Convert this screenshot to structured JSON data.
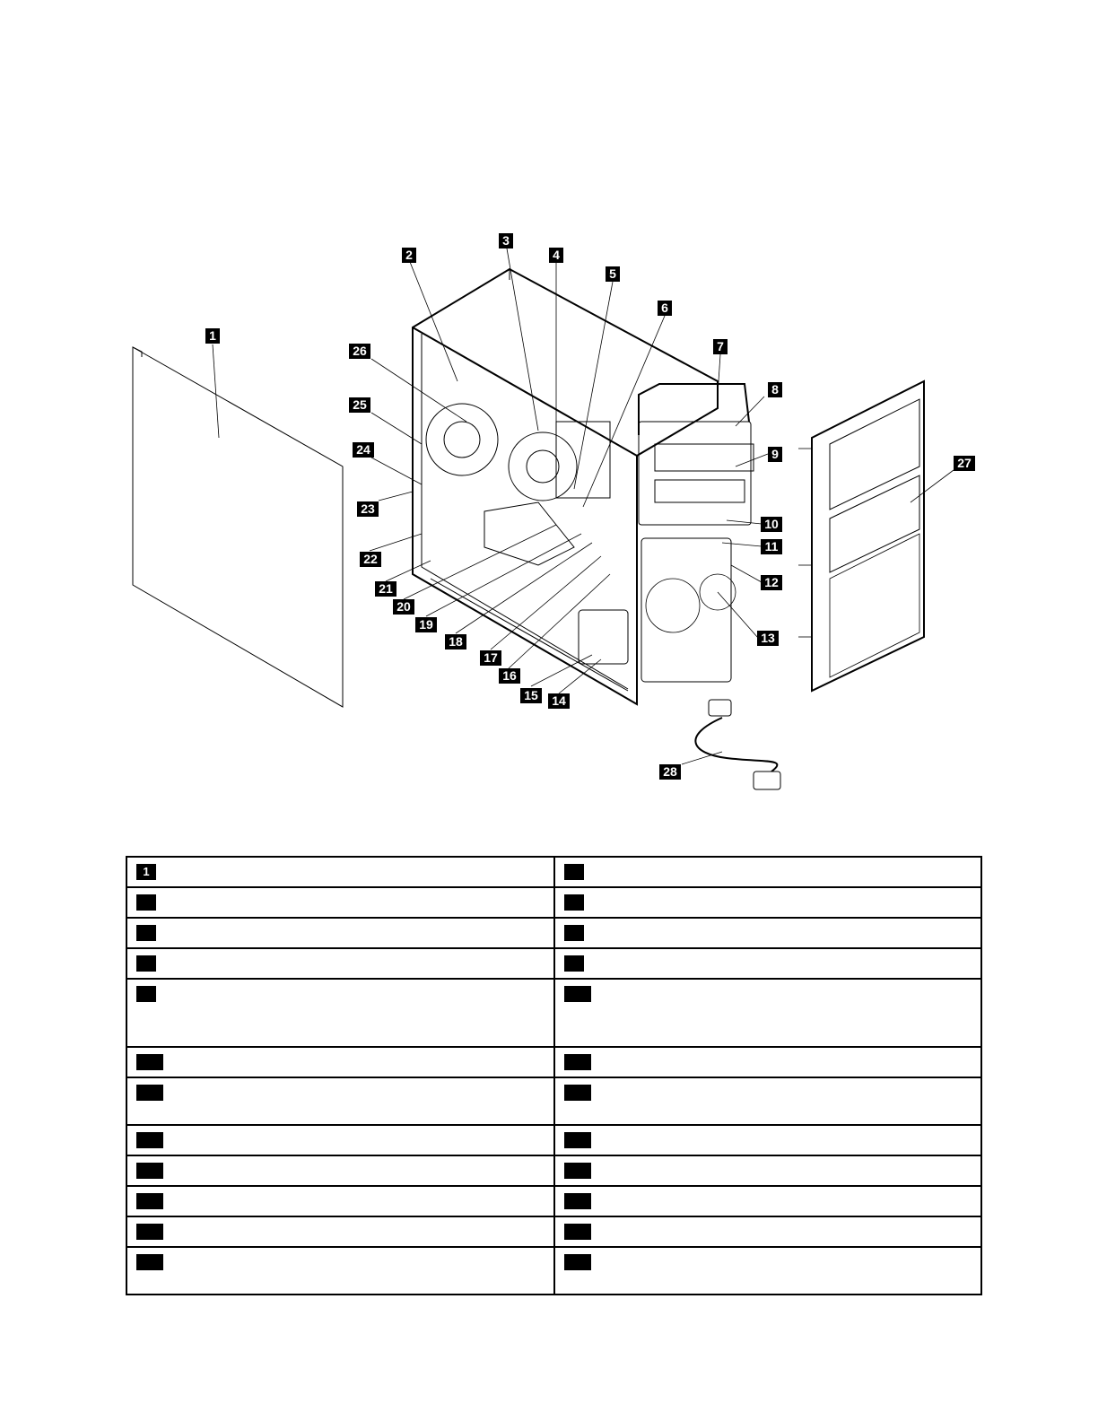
{
  "callouts": [
    "1",
    "2",
    "3",
    "4",
    "5",
    "6",
    "7",
    "8",
    "9",
    "10",
    "11",
    "12",
    "13",
    "14",
    "15",
    "16",
    "17",
    "18",
    "19",
    "20",
    "21",
    "22",
    "23",
    "24",
    "25",
    "26",
    "27",
    "28"
  ],
  "table": {
    "rows": [
      {
        "left": {
          "n": "1",
          "text": ""
        },
        "right": {
          "n": "",
          "text": ""
        }
      },
      {
        "left": {
          "n": "",
          "text": ""
        },
        "right": {
          "n": "",
          "text": ""
        }
      },
      {
        "left": {
          "n": "",
          "text": ""
        },
        "right": {
          "n": "",
          "text": ""
        }
      },
      {
        "left": {
          "n": "",
          "text": ""
        },
        "right": {
          "n": "",
          "text": ""
        }
      },
      {
        "left": {
          "n": "",
          "text": ""
        },
        "right": {
          "n": "",
          "text": ""
        }
      },
      {
        "left": {
          "n": "",
          "text": ""
        },
        "right": {
          "n": "",
          "text": ""
        }
      },
      {
        "left": {
          "n": "",
          "text": ""
        },
        "right": {
          "n": "",
          "text": ""
        }
      },
      {
        "left": {
          "n": "",
          "text": ""
        },
        "right": {
          "n": "",
          "text": ""
        }
      },
      {
        "left": {
          "n": "",
          "text": ""
        },
        "right": {
          "n": "",
          "text": ""
        }
      },
      {
        "left": {
          "n": "",
          "text": ""
        },
        "right": {
          "n": "",
          "text": ""
        }
      },
      {
        "left": {
          "n": "",
          "text": ""
        },
        "right": {
          "n": "",
          "text": ""
        }
      },
      {
        "left": {
          "n": "",
          "text": ""
        },
        "right": {
          "n": "",
          "text": ""
        }
      }
    ]
  }
}
